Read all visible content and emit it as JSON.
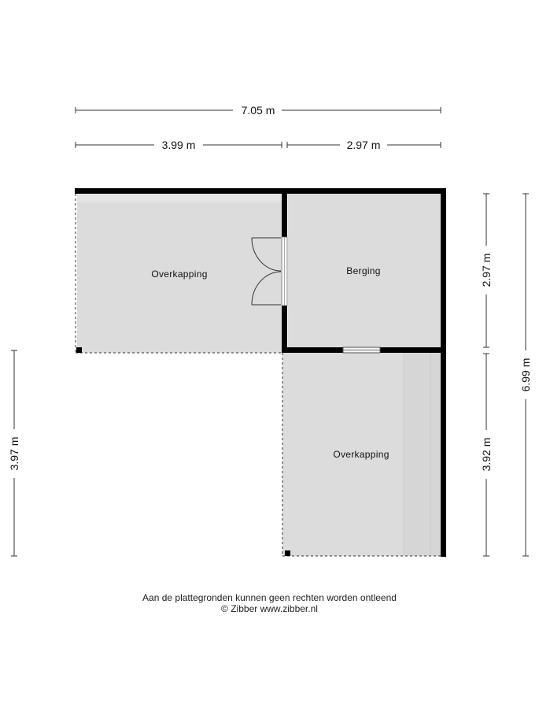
{
  "dimensions": {
    "total_width": "7.05 m",
    "left_width": "3.99 m",
    "right_width": "2.97 m",
    "right_upper_height": "2.97 m",
    "right_lower_height": "3.92 m",
    "total_height": "6.99 m",
    "left_height": "3.97 m"
  },
  "rooms": {
    "overkapping_top": "Overkapping",
    "berging": "Berging",
    "overkapping_bottom": "Overkapping"
  },
  "footer": {
    "disclaimer": "Aan de plattegronden kunnen geen rechten worden ontleend",
    "copyright": "© Zibber www.zibber.nl"
  },
  "colors": {
    "wall": "#000000",
    "floor": "#dcdcdc",
    "dimension_line": "#333333"
  }
}
